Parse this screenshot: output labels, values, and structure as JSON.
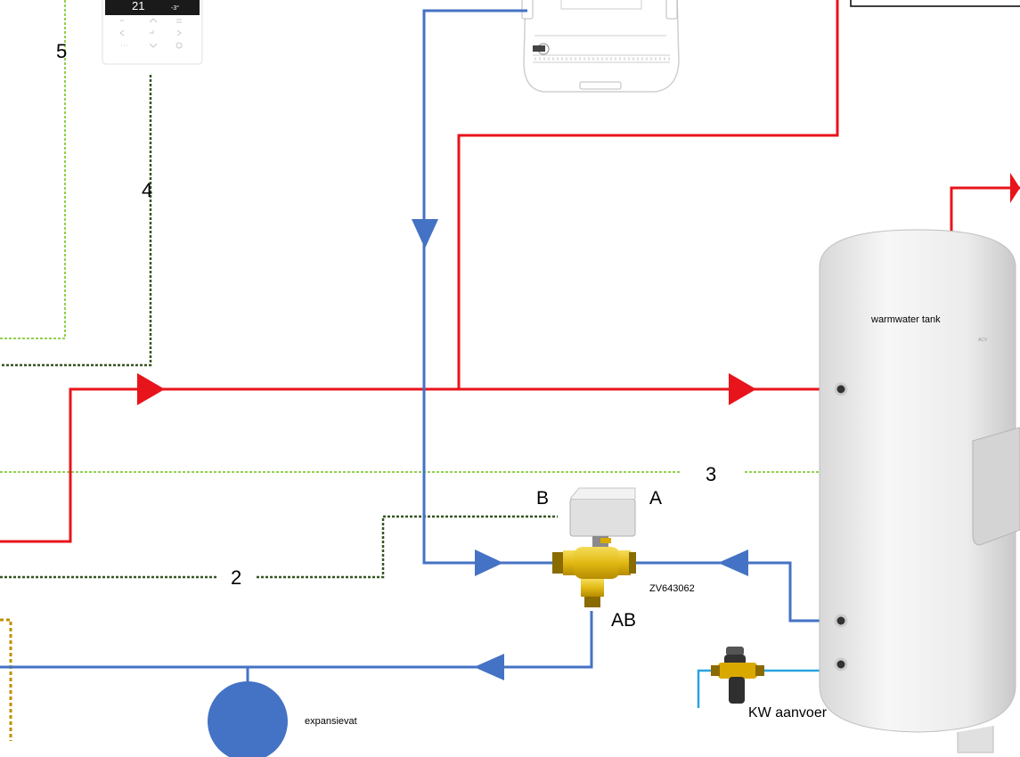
{
  "labels": {
    "n5": "5",
    "n4": "4",
    "n3": "3",
    "n2": "2",
    "port_b": "B",
    "port_a": "A",
    "port_ab": "AB",
    "valve_code": "ZV643062",
    "tank": "warmwater tank",
    "tank_brand": "ACV",
    "expansion": "expansievat",
    "cold_water": "KW aanvoer"
  },
  "colors": {
    "supply_red": "#e8141b",
    "return_blue": "#4472c4",
    "light_blue": "#29a3e0",
    "signal_light_green": "#92d050",
    "signal_dark_green": "#375623",
    "signal_gold": "#bf9000",
    "brass": "#e8c21a",
    "tank_white": "#f2f2f2"
  },
  "icons": {
    "thermostat": "room-thermostat-icon",
    "indoor_unit": "indoor-unit-icon",
    "valve": "three-way-valve-icon",
    "mixing_valve": "mixing-valve-icon",
    "tank": "boiler-tank-icon",
    "expansion_vessel": "expansion-vessel-icon",
    "flow_arrow": "flow-arrow-icon"
  }
}
